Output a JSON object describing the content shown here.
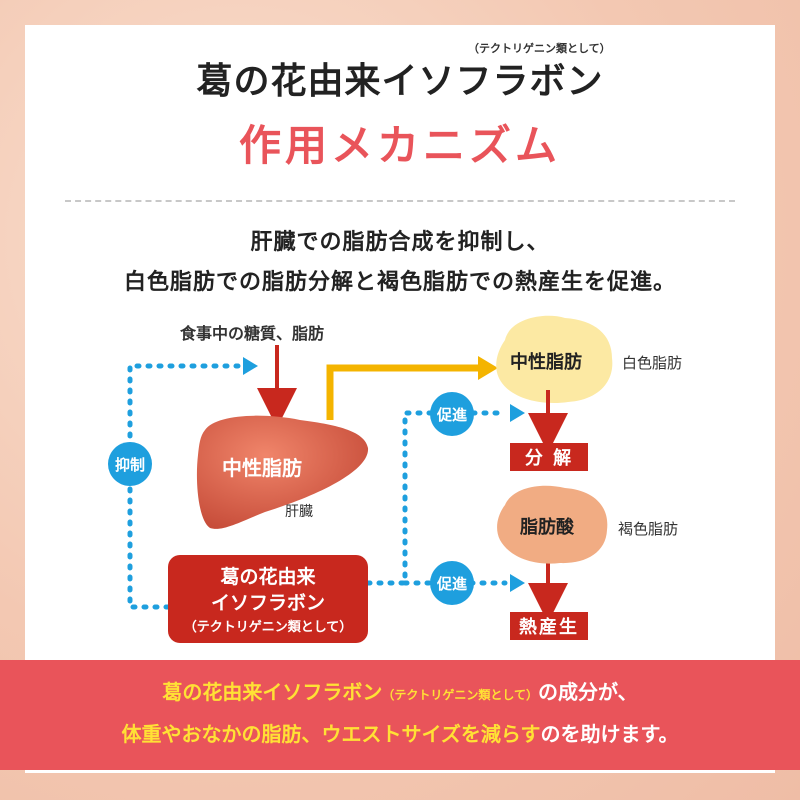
{
  "header": {
    "note": "（テクトリゲニン類として）",
    "title": "葛の花由来イソフラボン",
    "subtitle": "作用メカニズム"
  },
  "lead": {
    "line1": "肝臓での脂肪合成を抑制し、",
    "line2": "白色脂肪での脂肪分解と褐色脂肪での熱産生を促進。"
  },
  "diagram": {
    "input_label": "食事中の糖質、脂肪",
    "liver_fat": "中性脂肪",
    "liver_label": "肝臓",
    "inhibit": "抑制",
    "source_line1": "葛の花由来",
    "source_line2": "イソフラボン",
    "source_line3": "（テクトリゲニン類として）",
    "promote_top": "促進",
    "promote_bottom": "促進",
    "white_fat_blob": "中性脂肪",
    "white_fat_label": "白色脂肪",
    "decompose": "分 解",
    "fatty_acid_blob": "脂肪酸",
    "brown_fat_label": "褐色脂肪",
    "thermogenesis": "熱産生"
  },
  "banner": {
    "l1_a": "葛の花由来イソフラボン",
    "l1_small": "（テクトリゲニン類として）",
    "l1_b": "の成分が、",
    "l2_a": "体重やおなかの脂肪、ウエストサイズを減らす",
    "l2_b": "のを助けます。"
  },
  "colors": {
    "accent": "#e9545a",
    "dark_red": "#c8281e",
    "blue": "#1e9fde",
    "yellow": "#ffe135",
    "arrow_yellow": "#f4b400"
  }
}
